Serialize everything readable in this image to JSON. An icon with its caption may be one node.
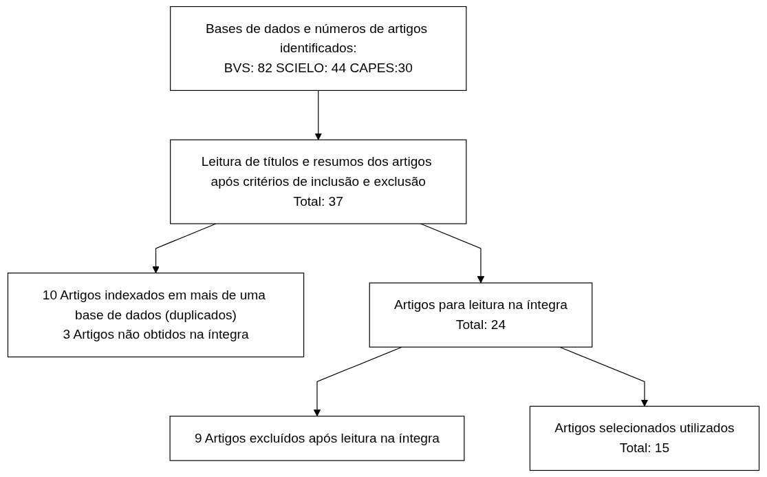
{
  "diagram": {
    "nodes": [
      {
        "text": [
          "Bases de dados e números de artigos identificados:",
          "BVS: 82 SCIELO: 44 CAPES:30"
        ]
      },
      {
        "text": [
          "Leitura de títulos e resumos dos artigos após critérios de inclusão e exclusão",
          "Total: 37"
        ]
      },
      {
        "text": [
          "10 Artigos indexados em mais de uma base de dados (duplicados)",
          "3 Artigos não obtidos na íntegra"
        ]
      },
      {
        "text": [
          "Artigos para leitura na íntegra",
          "Total: 24"
        ]
      },
      {
        "text": [
          "9 Artigos excluídos após leitura na íntegra"
        ]
      },
      {
        "text": [
          "Artigos selecionados utilizados",
          "Total: 15"
        ]
      }
    ],
    "edges": [
      {
        "from": 0,
        "to": 1,
        "arrow": "to"
      },
      {
        "from": 1,
        "to": 2,
        "arrow": "to"
      },
      {
        "from": 1,
        "to": 3,
        "arrow": "to"
      },
      {
        "from": 3,
        "to": 4,
        "arrow": "to"
      },
      {
        "from": 3,
        "to": 5,
        "arrow": "to"
      }
    ]
  }
}
